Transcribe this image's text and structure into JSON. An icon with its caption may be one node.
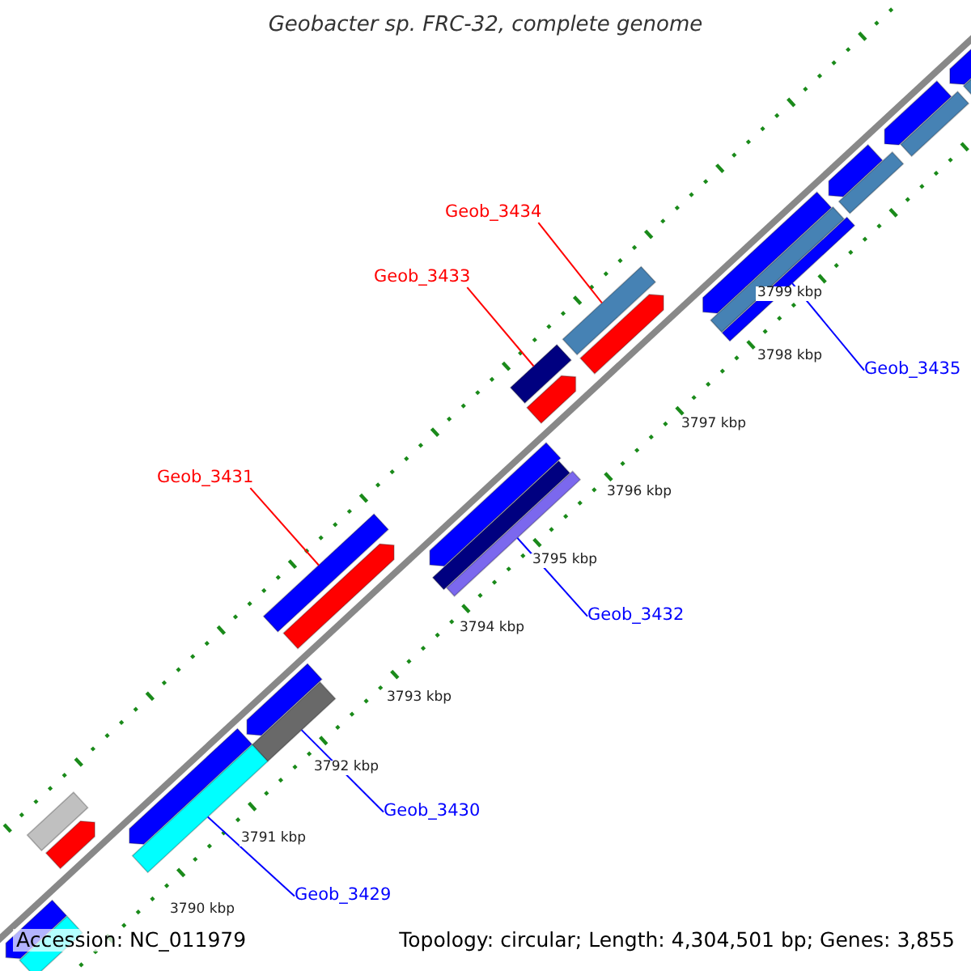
{
  "diagram": {
    "title": "Geobacter sp. FRC-32, complete genome",
    "nodes": [
      {
        "text": [
          "Geob_3434"
        ]
      },
      {
        "text": [],
        "shape": "bar"
      },
      {
        "text": [
          "Geob_3433"
        ]
      },
      {
        "text": [],
        "shape": "bar"
      },
      {
        "text": [
          "Geob_3435"
        ]
      },
      {
        "text": [],
        "shape": "bar"
      },
      {
        "text": [
          "Geob_3431"
        ]
      },
      {
        "text": [],
        "shape": "bar"
      },
      {
        "text": [
          "Geob_3432"
        ]
      },
      {
        "text": [],
        "shape": "bar"
      },
      {
        "text": [
          "Geob_3430"
        ]
      },
      {
        "text": [],
        "shape": "bar"
      },
      {
        "text": [
          "Geob_3429"
        ]
      },
      {
        "text": [],
        "shape": "bar"
      }
    ],
    "edges": [
      {
        "from": 0,
        "to": 1,
        "arrow": "none",
        "color": "#ff0000"
      },
      {
        "from": 2,
        "to": 3,
        "arrow": "none",
        "color": "#ff0000"
      },
      {
        "from": 4,
        "to": 5,
        "arrow": "none",
        "color": "#0000ff"
      },
      {
        "from": 6,
        "to": 7,
        "arrow": "none",
        "color": "#ff0000"
      },
      {
        "from": 8,
        "to": 9,
        "arrow": "none",
        "color": "#0000ff"
      },
      {
        "from": 10,
        "to": 11,
        "arrow": "none",
        "color": "#0000ff"
      },
      {
        "from": 12,
        "to": 13,
        "arrow": "none",
        "color": "#0000ff"
      }
    ],
    "labels": [
      "3799 kbp",
      "3798 kbp",
      "3797 kbp",
      "3796 kbp",
      "3795 kbp",
      "3794 kbp",
      "3793 kbp",
      "3792 kbp",
      "3791 kbp",
      "3790 kbp",
      "Accession: NC_011979",
      "Topology: circular; Length: 4,304,501 bp; Genes: 3,855"
    ]
  }
}
